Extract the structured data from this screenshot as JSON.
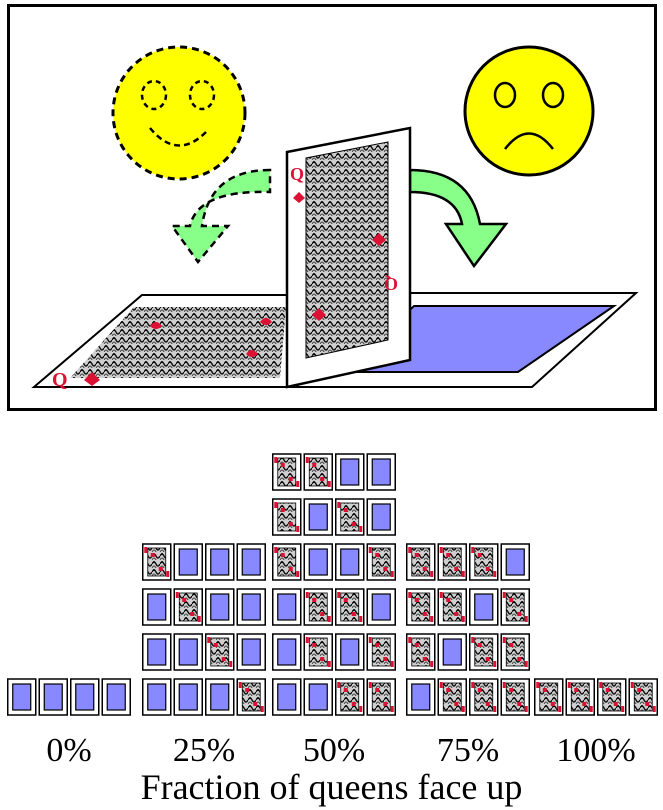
{
  "colors": {
    "face": "#ffff00",
    "arrow": "#88ff88",
    "card_back": "#8888ff",
    "queen_red": "#dd1133"
  },
  "icons": {
    "happy": "happy-face-icon",
    "sad": "sad-face-icon",
    "face_up": "queen-card-face-up",
    "face_down": "card-face-down"
  },
  "chart_data": {
    "type": "dot-histogram",
    "xlabel": "Fraction of queens face up",
    "tick_labels": [
      "0%",
      "25%",
      "50%",
      "75%",
      "100%"
    ],
    "categories": [
      0,
      0.25,
      0.5,
      0.75,
      1.0
    ],
    "counts": [
      1,
      4,
      6,
      4,
      1
    ],
    "groups": [
      {
        "fraction": 0,
        "hands": [
          [
            0,
            0,
            0,
            0
          ]
        ]
      },
      {
        "fraction": 0.25,
        "hands": [
          [
            0,
            0,
            0,
            1
          ],
          [
            0,
            0,
            1,
            0
          ],
          [
            0,
            1,
            0,
            0
          ],
          [
            1,
            0,
            0,
            0
          ]
        ]
      },
      {
        "fraction": 0.5,
        "hands": [
          [
            0,
            0,
            1,
            1
          ],
          [
            0,
            1,
            0,
            1
          ],
          [
            0,
            1,
            1,
            0
          ],
          [
            1,
            0,
            0,
            1
          ],
          [
            1,
            0,
            1,
            0
          ],
          [
            1,
            1,
            0,
            0
          ]
        ]
      },
      {
        "fraction": 0.75,
        "hands": [
          [
            0,
            1,
            1,
            1
          ],
          [
            1,
            0,
            1,
            1
          ],
          [
            1,
            1,
            0,
            1
          ],
          [
            1,
            1,
            1,
            0
          ]
        ]
      },
      {
        "fraction": 1.0,
        "hands": [
          [
            1,
            1,
            1,
            1
          ]
        ]
      }
    ]
  }
}
